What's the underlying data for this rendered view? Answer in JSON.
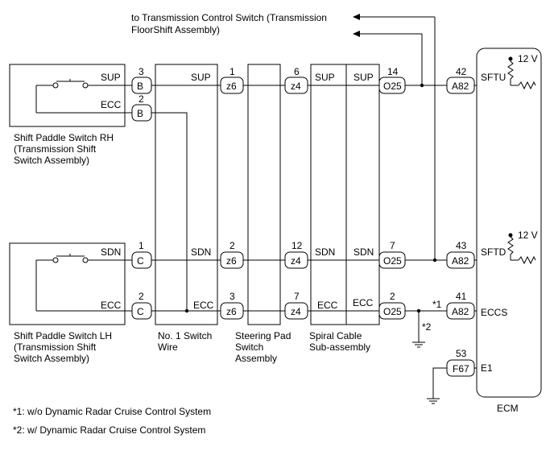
{
  "transmission_note": {
    "line1": "to Transmission Control Switch (Transmission",
    "line2": "FloorShift Assembly)"
  },
  "components": {
    "switch_rh": {
      "line1": "Shift Paddle Switch RH",
      "line2": "(Transmission Shift",
      "line3": "Switch Assembly)"
    },
    "switch_lh": {
      "line1": "Shift Paddle Switch LH",
      "line2": "(Transmission Shift",
      "line3": "Switch Assembly)"
    },
    "switch_wire": {
      "line1": "No. 1 Switch",
      "line2": "Wire"
    },
    "steering_pad": {
      "line1": "Steering Pad",
      "line2": "Switch",
      "line3": "Assembly"
    },
    "spiral_cable": {
      "line1": "Spiral Cable",
      "line2": "Sub-assembly"
    },
    "ecm": {
      "label": "ECM"
    }
  },
  "signals": {
    "sup": "SUP",
    "sdn": "SDN",
    "ecc": "ECC",
    "sftu": "SFTU",
    "sftd": "SFTD",
    "eccs": "ECCS",
    "e1": "E1"
  },
  "supply": {
    "top": "12 V",
    "bottom": "12 V"
  },
  "connectors": {
    "b": "B",
    "c": "C",
    "z6": "z6",
    "z4": "z4",
    "o25": "O25",
    "a82": "A82",
    "f67": "F67"
  },
  "pins": {
    "rh_sup": "3",
    "rh_ecc": "2",
    "sw_sup": "1",
    "pad_sup": "6",
    "spiral_sup": "14",
    "ecm_sftu": "42",
    "lh_sdn": "1",
    "sw_sdn": "2",
    "pad_sdn": "12",
    "spiral_sdn": "7",
    "ecm_sftd": "43",
    "lh_ecc": "2",
    "sw_ecc": "3",
    "pad_ecc": "7",
    "spiral_ecc": "2",
    "ecm_eccs": "41",
    "ecm_e1": "53"
  },
  "marks": {
    "m1": "*1",
    "m2": "*2"
  },
  "footnotes": {
    "note1": "*1: w/o Dynamic Radar Cruise Control System",
    "note2": "*2: w/ Dynamic Radar Cruise Control System"
  }
}
